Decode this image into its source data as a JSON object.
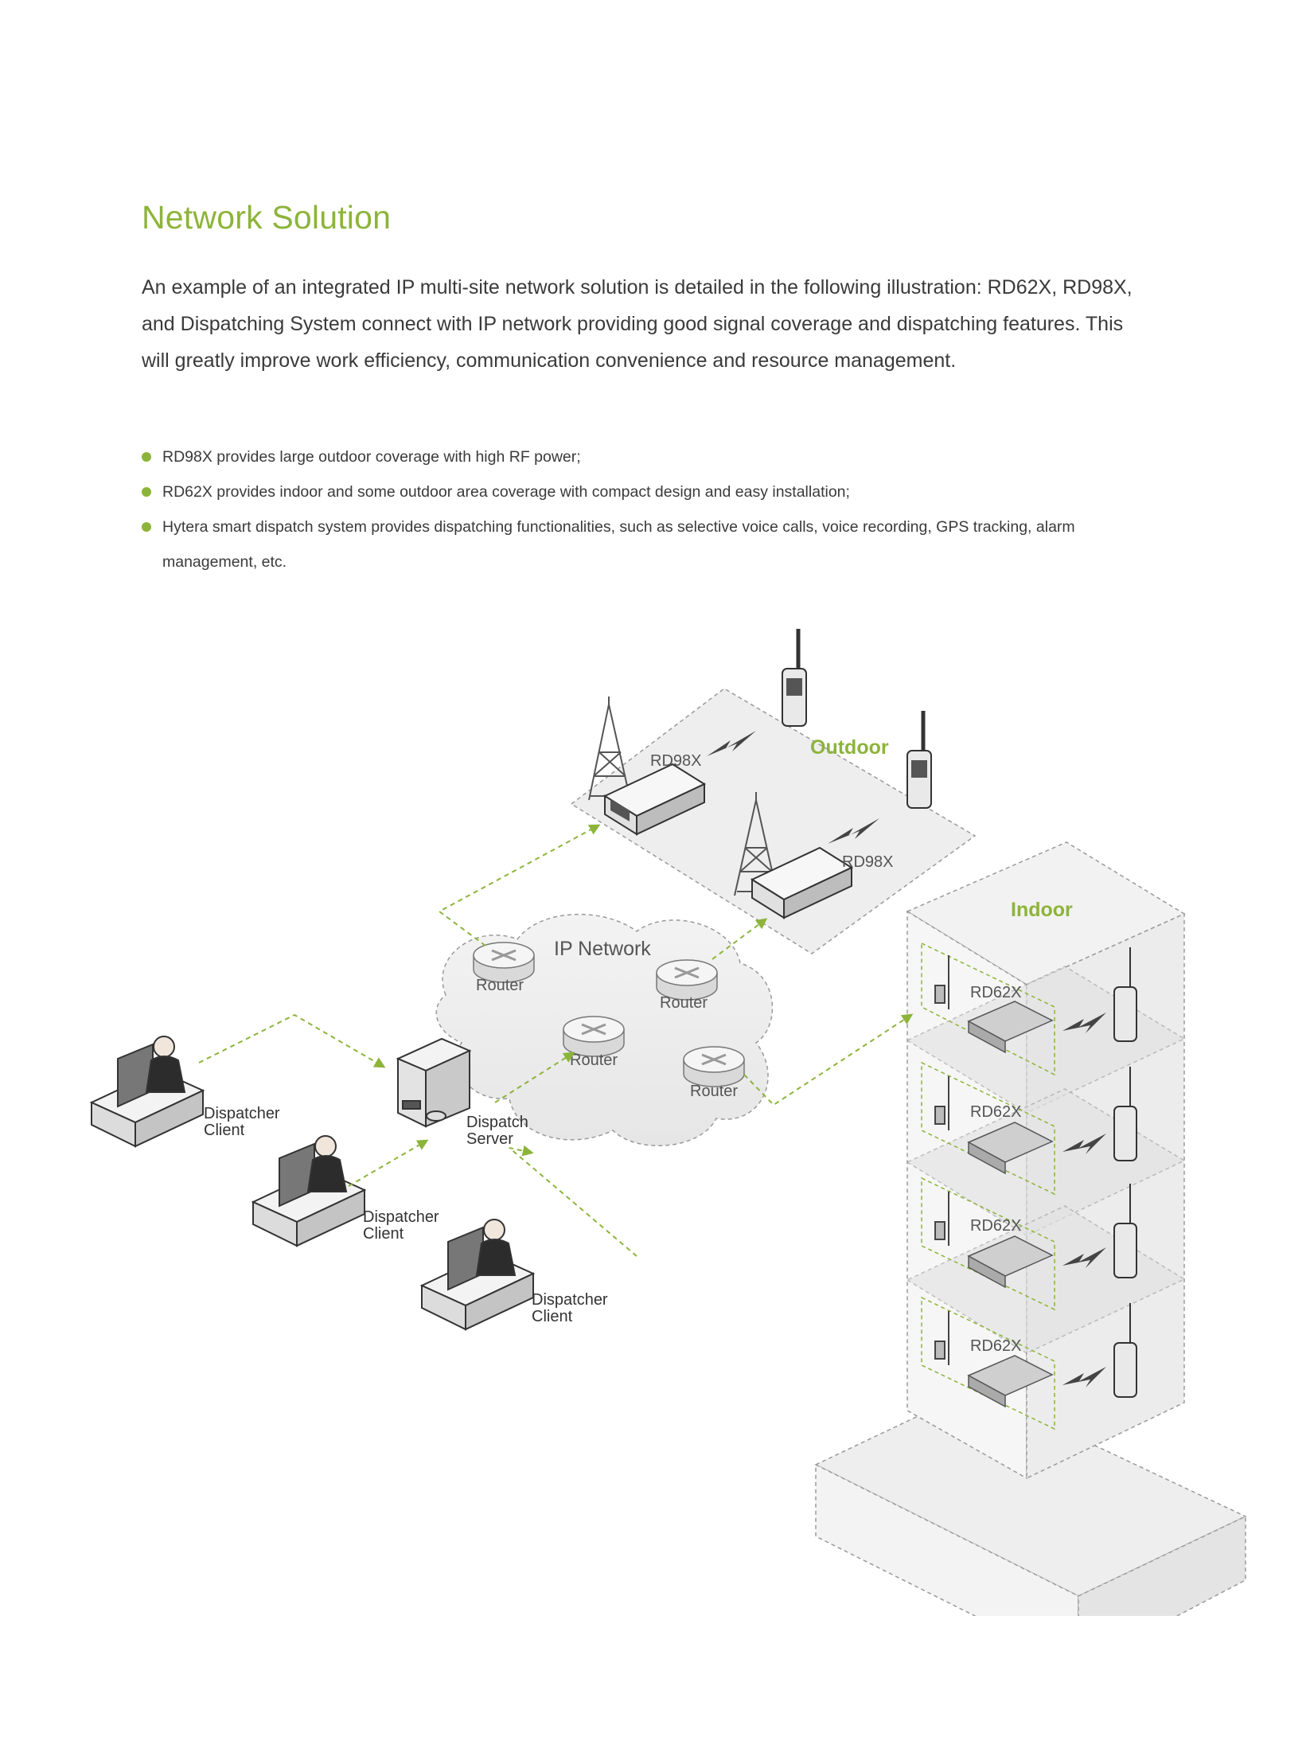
{
  "heading": "Network Solution",
  "intro": {
    "line1": "An example of an integrated IP multi-site network solution is detailed in the following illustration:  RD62X, RD98X,",
    "line2": "and Dispatching System connect with IP network providing good signal coverage and dispatching features.  This",
    "line3": "will greatly improve work efficiency, communication convenience and resource management."
  },
  "bullets": [
    {
      "text": "RD98X provides large outdoor coverage with high RF power;"
    },
    {
      "text": "RD62X  provides indoor and some outdoor area coverage with compact design and easy installation;"
    },
    {
      "text": "Hytera smart dispatch system provides dispatching functionalities, such as selective voice calls, voice recording, GPS tracking, alarm",
      "text2": "management, etc."
    }
  ],
  "colors": {
    "accent": "#8db43a",
    "text": "#3a3a3a",
    "zone_fill": "#eeeeee"
  },
  "diagram": {
    "zones": {
      "outdoor": "Outdoor",
      "indoor": "Indoor"
    },
    "network": {
      "label": "IP Network"
    },
    "repeaters": {
      "outdoor_1": "RD98X",
      "outdoor_2": "RD98X"
    },
    "indoor_repeaters": [
      "RD62X",
      "RD62X",
      "RD62X",
      "RD62X"
    ],
    "routers": [
      "Router",
      "Router",
      "Router",
      "Router"
    ],
    "server": {
      "line1": "Dispatch",
      "line2": "Server"
    },
    "clients": [
      {
        "line1": "Dispatcher",
        "line2": "Client"
      },
      {
        "line1": "Dispatcher",
        "line2": "Client"
      },
      {
        "line1": "Dispatcher",
        "line2": "Client"
      }
    ]
  }
}
